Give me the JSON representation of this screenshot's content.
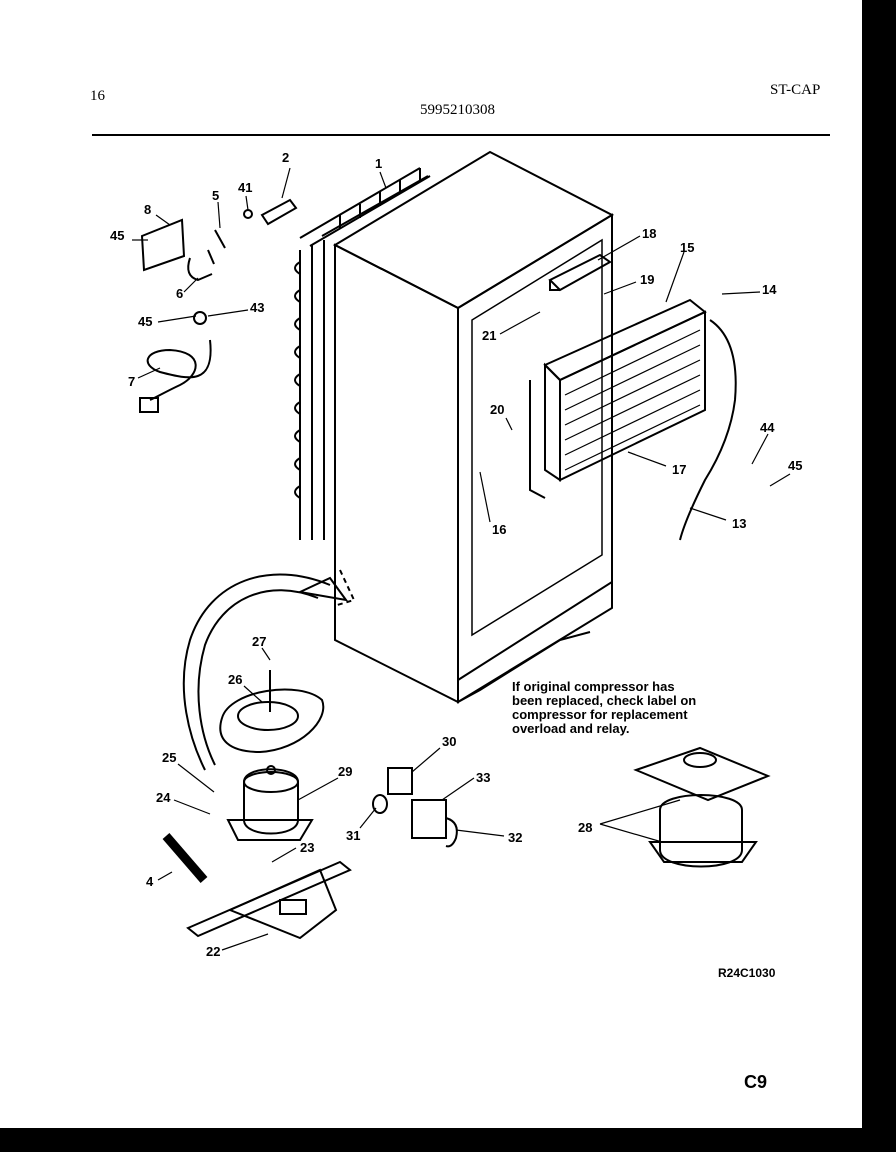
{
  "header": {
    "page_number": "16",
    "part_number": "5995210308",
    "model_code": "ST-CAP"
  },
  "note": {
    "lines": [
      "If original compressor has",
      "been replaced, check label on",
      "compressor for replacement",
      "overload and relay."
    ]
  },
  "drawing_code": "R24C1030",
  "page_code": "C9",
  "callouts": [
    "1",
    "2",
    "41",
    "5",
    "8",
    "45",
    "6",
    "43",
    "45",
    "7",
    "18",
    "15",
    "19",
    "14",
    "21",
    "20",
    "44",
    "45",
    "16",
    "17",
    "13",
    "27",
    "26",
    "25",
    "29",
    "24",
    "30",
    "33",
    "31",
    "32",
    "28",
    "23",
    "4",
    "22"
  ]
}
